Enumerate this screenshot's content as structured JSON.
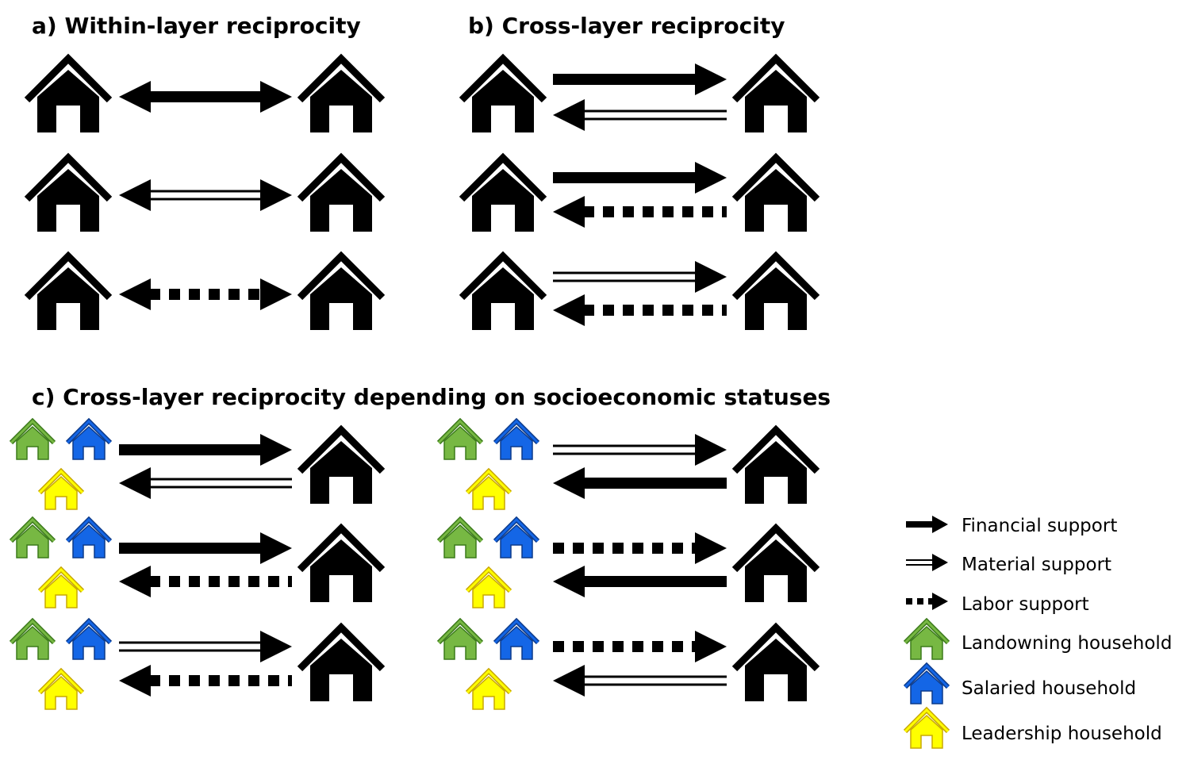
{
  "panels": {
    "a": {
      "title": "a) Within-layer reciprocity"
    },
    "b": {
      "title": "b) Cross-layer reciprocity"
    },
    "c": {
      "title": "c) Cross-layer reciprocity depending on socioeconomic statuses"
    }
  },
  "colors": {
    "landowning": "#77b843",
    "landowning_stroke": "#3b7a1a",
    "salaried": "#1466e6",
    "salaried_stroke": "#0c3a8a",
    "leadership": "#ffff00",
    "leadership_stroke": "#c8a800",
    "generic_house": "#000000"
  },
  "diagram": {
    "panel_a_rows": [
      {
        "relation": "bidirectional",
        "support": "financial"
      },
      {
        "relation": "bidirectional",
        "support": "material"
      },
      {
        "relation": "bidirectional",
        "support": "labor"
      }
    ],
    "panel_b_rows": [
      {
        "forward": "financial",
        "backward": "material"
      },
      {
        "forward": "financial",
        "backward": "labor"
      },
      {
        "forward": "material",
        "backward": "labor"
      }
    ],
    "panel_c_left_rows": [
      {
        "forward": "financial",
        "backward": "material"
      },
      {
        "forward": "financial",
        "backward": "labor"
      },
      {
        "forward": "material",
        "backward": "labor"
      }
    ],
    "panel_c_right_rows": [
      {
        "forward": "material",
        "backward": "financial"
      },
      {
        "forward": "labor",
        "backward": "financial"
      },
      {
        "forward": "labor",
        "backward": "material"
      }
    ]
  },
  "legend": {
    "items": [
      {
        "icon": "financial-arrow-icon",
        "label": "Financial support"
      },
      {
        "icon": "material-arrow-icon",
        "label": "Material support"
      },
      {
        "icon": "labor-arrow-icon",
        "label": "Labor support"
      },
      {
        "icon": "landowning-house-icon",
        "label": "Landowning household"
      },
      {
        "icon": "salaried-house-icon",
        "label": "Salaried household"
      },
      {
        "icon": "leadership-house-icon",
        "label": "Leadership household"
      }
    ]
  }
}
